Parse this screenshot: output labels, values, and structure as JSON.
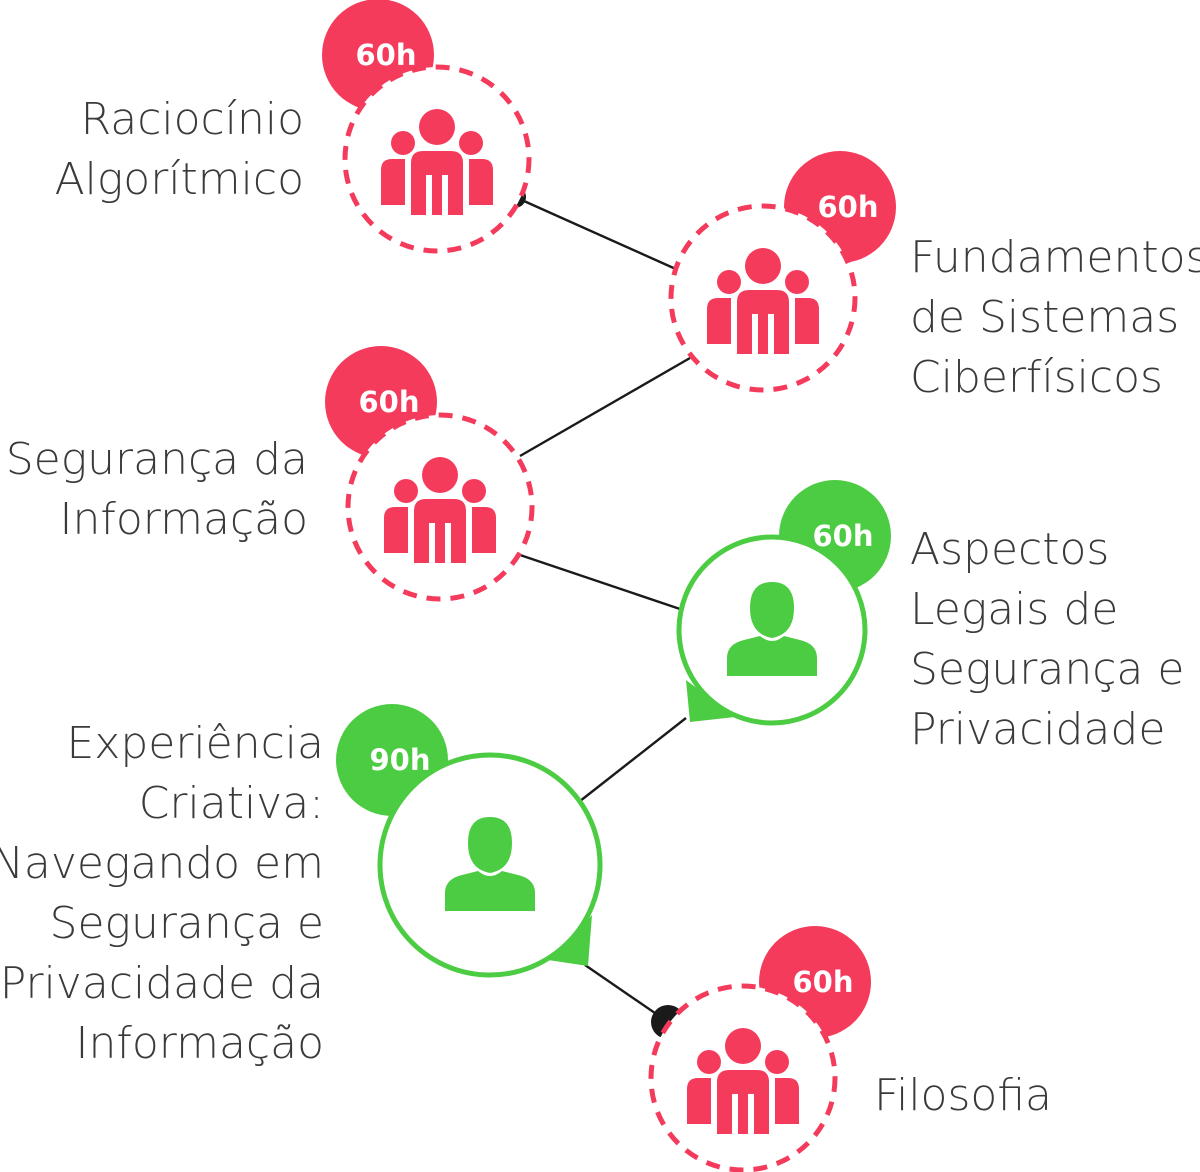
{
  "colors": {
    "group": "#f43b5c",
    "individual": "#4ccc42",
    "line": "#1a1a1a",
    "text": "#3a3a3a"
  },
  "legend_icons": {
    "group": "group-people-icon",
    "individual": "single-person-icon"
  },
  "courses": [
    {
      "id": "raciocinio",
      "hours": "60h",
      "type": "group",
      "lines": [
        "Raciocínio",
        "Algorítmico"
      ]
    },
    {
      "id": "fundamentos",
      "hours": "60h",
      "type": "group",
      "lines": [
        "Fundamentos",
        "de Sistemas",
        "Ciberfísicos"
      ]
    },
    {
      "id": "seguranca",
      "hours": "60h",
      "type": "group",
      "lines": [
        "Segurança da",
        "Informação"
      ]
    },
    {
      "id": "aspectos",
      "hours": "60h",
      "type": "individual",
      "lines": [
        "Aspectos",
        "Legais de",
        "Segurança e",
        "Privacidade"
      ]
    },
    {
      "id": "experiencia",
      "hours": "90h",
      "type": "individual",
      "lines": [
        "Experiência",
        "Criativa:",
        "Navegando em",
        "Segurança e",
        "Privacidade da",
        "Informação"
      ]
    },
    {
      "id": "filosofia",
      "hours": "60h",
      "type": "group",
      "lines": [
        "Filosofia"
      ]
    }
  ]
}
